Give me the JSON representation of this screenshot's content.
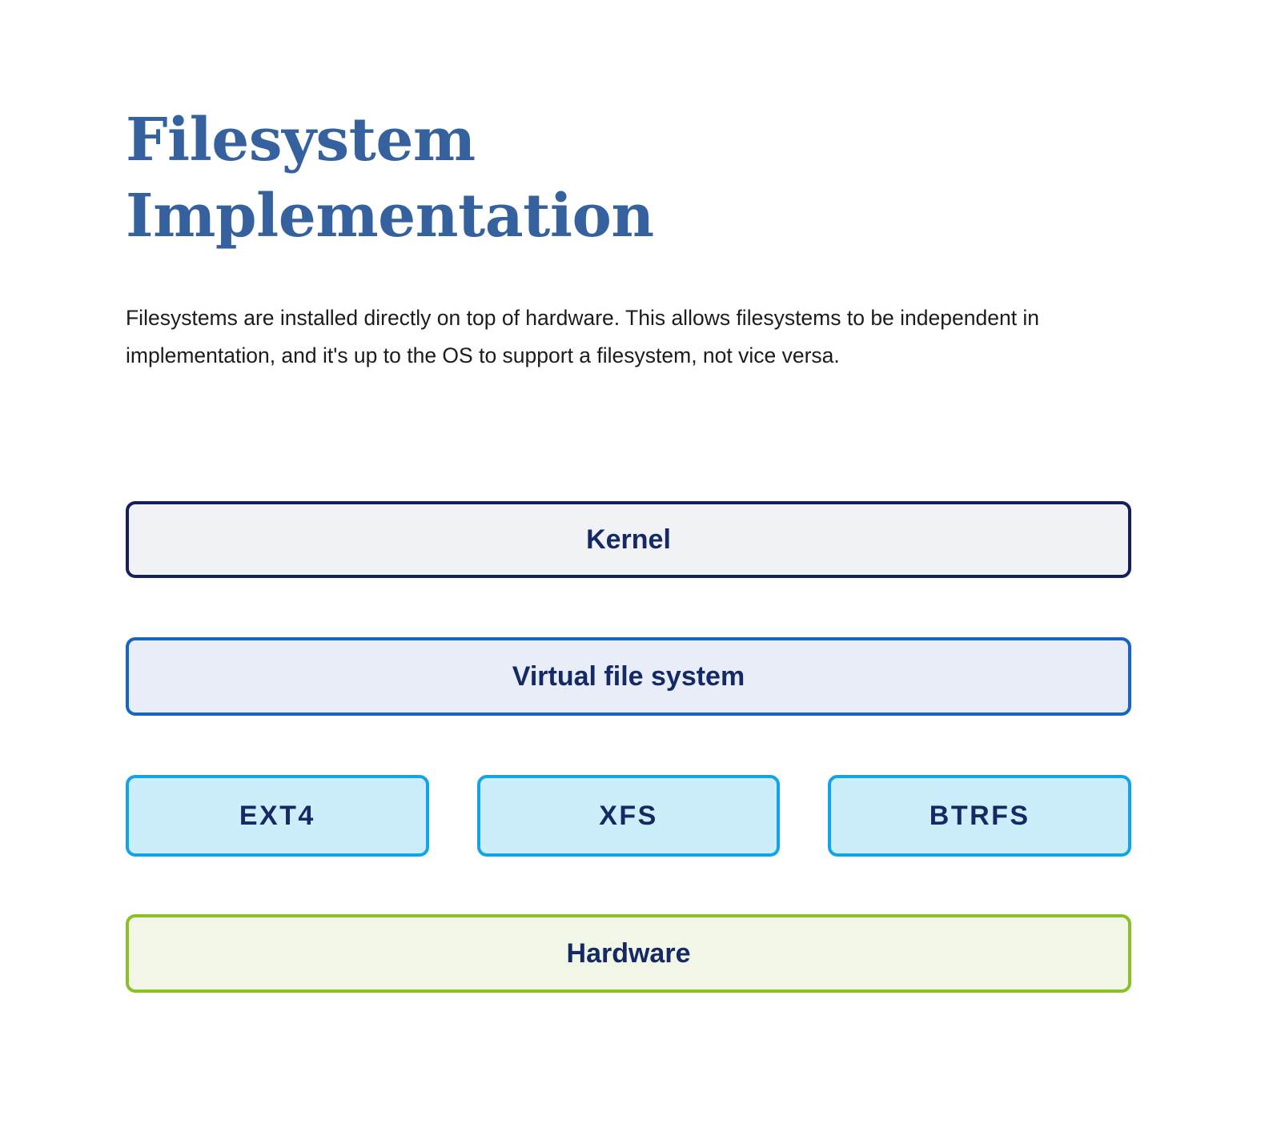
{
  "header": {
    "title": "Filesystem Implementation"
  },
  "intro": {
    "paragraph": "Filesystems are installed directly on top of hardware. This allows filesystems to be independent in implementation, and it's up to the OS to support a filesystem, not vice versa."
  },
  "diagram": {
    "layers": [
      {
        "id": "kernel",
        "label": "Kernel",
        "border_color": "#151f5c",
        "fill_color": "#f1f2f6",
        "text_color": "#152a64"
      },
      {
        "id": "vfs",
        "label": "Virtual file system",
        "border_color": "#1565c6",
        "fill_color": "#e8edf8",
        "text_color": "#152a64"
      },
      {
        "id": "hardware",
        "label": "Hardware",
        "border_color": "#8cc025",
        "fill_color": "#f2f6e7",
        "text_color": "#152a64"
      }
    ],
    "filesystems": [
      {
        "id": "ext4",
        "label": "EXT4",
        "border_color": "#12a4e8",
        "fill_color": "#cceefa",
        "text_color": "#152a64"
      },
      {
        "id": "xfs",
        "label": "XFS",
        "border_color": "#12a4e8",
        "fill_color": "#cceefa",
        "text_color": "#152a64"
      },
      {
        "id": "btrfs",
        "label": "BTRFS",
        "border_color": "#12a4e8",
        "fill_color": "#cceefa",
        "text_color": "#152a64"
      }
    ]
  },
  "theme": {
    "title_color": "#35619e",
    "body_text_color": "#1c1c1c",
    "background": "#ffffff"
  }
}
